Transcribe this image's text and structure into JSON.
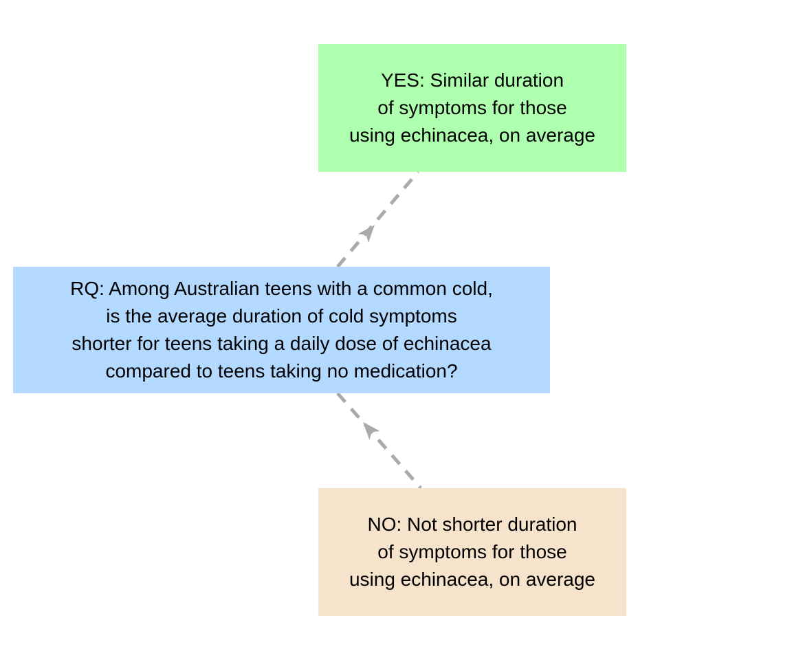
{
  "diagram": {
    "type": "flowchart",
    "background_color": "#ffffff",
    "nodes": [
      {
        "id": "yes",
        "label": "YES: Similar duration\nof symptoms for those\nusing echinacea, on average",
        "lines": [
          "YES: Similar duration",
          "of symptoms for those",
          "using echinacea, on average"
        ],
        "fill_color": "#aeffae",
        "text_color": "#000000"
      },
      {
        "id": "rq",
        "label": "RQ: Among Australian teens with a common cold,\nis the average duration of cold symptoms\nshorter for teens taking a daily dose of echinacea\ncompared to teens taking no medication?",
        "lines": [
          "RQ: Among Australian teens with a common cold,",
          "is the average duration of cold symptoms",
          "shorter for teens taking a daily dose of echinacea",
          "compared to teens taking no medication?"
        ],
        "fill_color": "#b3d9ff",
        "text_color": "#000000"
      },
      {
        "id": "no",
        "label": "NO: Not shorter duration\nof symptoms for those\nusing echinacea, on average",
        "lines": [
          "NO: Not shorter duration",
          "of symptoms for those",
          "using echinacea, on average"
        ],
        "fill_color": "#f6e3cb",
        "text_color": "#000000"
      }
    ],
    "edges": [
      {
        "id": "rq-to-yes",
        "from": "rq",
        "to": "yes",
        "style": "dashed",
        "color": "#aaaaaa",
        "arrowhead": "concave-swallowtail"
      },
      {
        "id": "rq-to-no",
        "from": "rq",
        "to": "no",
        "style": "dashed",
        "color": "#aaaaaa",
        "arrowhead": "concave-swallowtail"
      }
    ]
  }
}
